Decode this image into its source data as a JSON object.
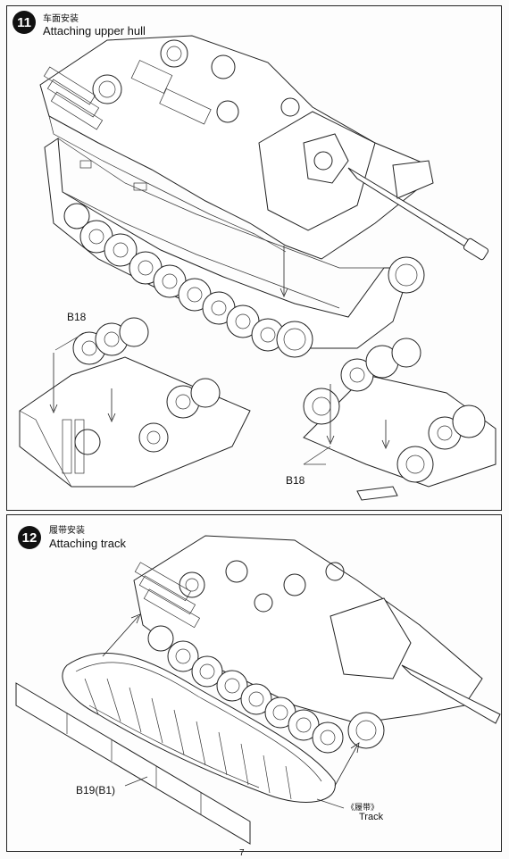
{
  "steps": [
    {
      "number": "11",
      "title_zh": "车面安装",
      "title_en": "Attaching upper hull"
    },
    {
      "number": "12",
      "title_zh": "履带安装",
      "title_en": "Attaching track"
    }
  ],
  "labels": {
    "b18_left": "B18",
    "b18_right": "B18",
    "b19": "B19(B1)",
    "track_zh": "《履带》",
    "track_en": "Track"
  },
  "footer": {
    "page_mark": "7"
  }
}
